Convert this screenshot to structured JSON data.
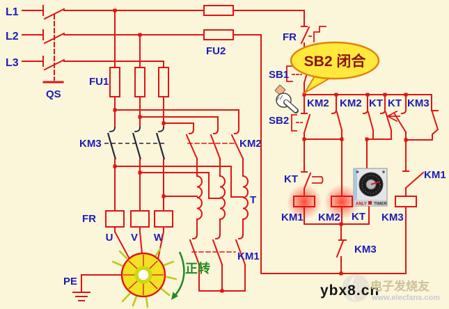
{
  "colors": {
    "background": "#fbf5da",
    "wire": "#e11313",
    "label": "#1c1cb4",
    "contact_dark": "#23233c",
    "callout_fill": "#ffe93d",
    "callout_border": "#e2820a",
    "callout_text": "#8d1111",
    "rotation_green": "#1e8c1e",
    "coil_glow": "#ff2a1a",
    "motor_fill": "#f2e224"
  },
  "power": {
    "l1": "L1",
    "l2": "L2",
    "l3": "L3",
    "qs": "QS",
    "fu1": "FU1",
    "fu2": "FU2"
  },
  "main": {
    "km3": "KM3",
    "km2": "KM2",
    "km1": "KM1",
    "transformer": "T",
    "fr": "FR",
    "u": "U",
    "v": "V",
    "w": "W",
    "pe": "PE",
    "rotation": "正转"
  },
  "control": {
    "fr": "FR",
    "sb1": "SB1",
    "sb2": "SB2",
    "callout": "SB2 闭合",
    "row_contacts": [
      "KM2",
      "KM2",
      "KT",
      "KT",
      "KM3"
    ],
    "km1_aux": "KM1",
    "kt_delay": "KT",
    "coil_km1": "KM1",
    "coil_km2": "KM2",
    "coil_kt": "KT",
    "coil_km3": "KM3",
    "km3_interlock": "KM3",
    "timer_brand": "ANLY",
    "timer_model": "TIMER"
  },
  "watermark": {
    "site": "ybx8.cn",
    "brand": "电子发烧友",
    "url": "www.elecfans.com"
  }
}
